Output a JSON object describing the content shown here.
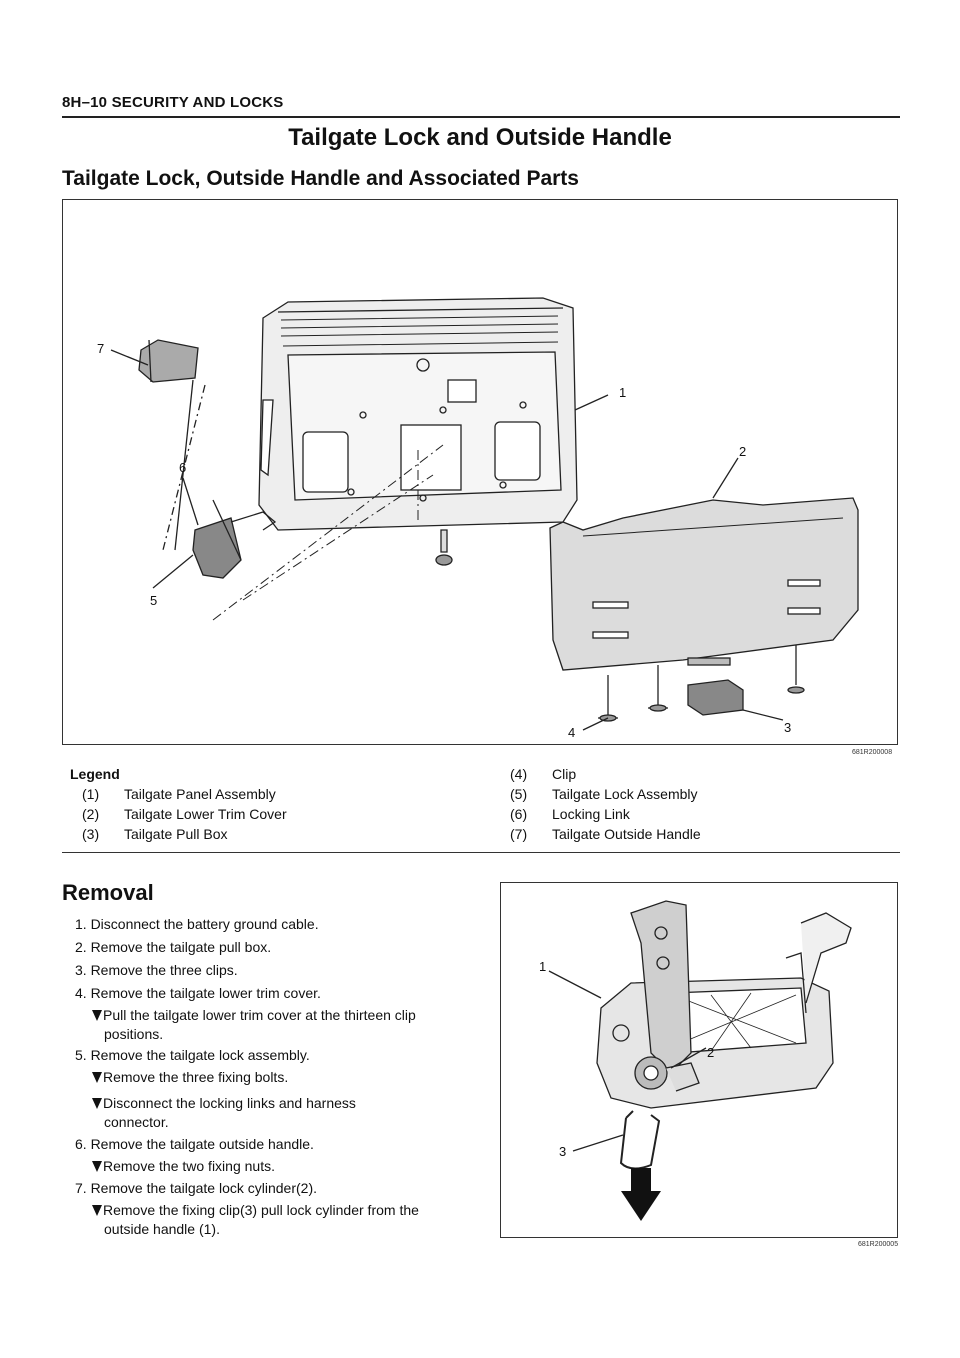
{
  "header": {
    "section": "8H–10  SECURITY AND LOCKS"
  },
  "title": "Tailgate Lock and Outside Handle",
  "subtitle": "Tailgate Lock, Outside Handle and Associated Parts",
  "figure1": {
    "code": "681R200008",
    "callouts": [
      "1",
      "2",
      "3",
      "4",
      "5",
      "6",
      "7"
    ]
  },
  "legend": {
    "title": "Legend",
    "items": [
      {
        "num": "(1)",
        "text": "Tailgate Panel Assembly"
      },
      {
        "num": "(2)",
        "text": "Tailgate Lower Trim Cover"
      },
      {
        "num": "(3)",
        "text": "Tailgate Pull Box"
      },
      {
        "num": "(4)",
        "text": "Clip"
      },
      {
        "num": "(5)",
        "text": "Tailgate Lock Assembly"
      },
      {
        "num": "(6)",
        "text": "Locking Link"
      },
      {
        "num": "(7)",
        "text": "Tailgate Outside Handle"
      }
    ]
  },
  "removal": {
    "title": "Removal",
    "steps": [
      "1. Disconnect the battery ground cable.",
      "2. Remove the tailgate pull box.",
      "3. Remove the three clips.",
      "4. Remove the tailgate lower trim cover."
    ],
    "sub4a": "Pull the tailgate lower trim cover at the thirteen clip",
    "sub4b": "positions.",
    "step5": "5. Remove the tailgate lock assembly.",
    "sub5a": "Remove the three fixing bolts.",
    "sub5b1": "Disconnect  the  locking  links  and  harness",
    "sub5b2": "connector.",
    "step6": "6. Remove the tailgate outside handle.",
    "sub6a": "Remove the two fixing nuts.",
    "step7": "7. Remove the tailgate lock cylinder(2).",
    "sub7a1": "Remove the fixing clip(3) pull lock cylinder from the",
    "sub7a2": "outside handle (1)."
  },
  "figure2": {
    "code": "681R200005",
    "callouts": [
      "1",
      "2",
      "3"
    ]
  }
}
